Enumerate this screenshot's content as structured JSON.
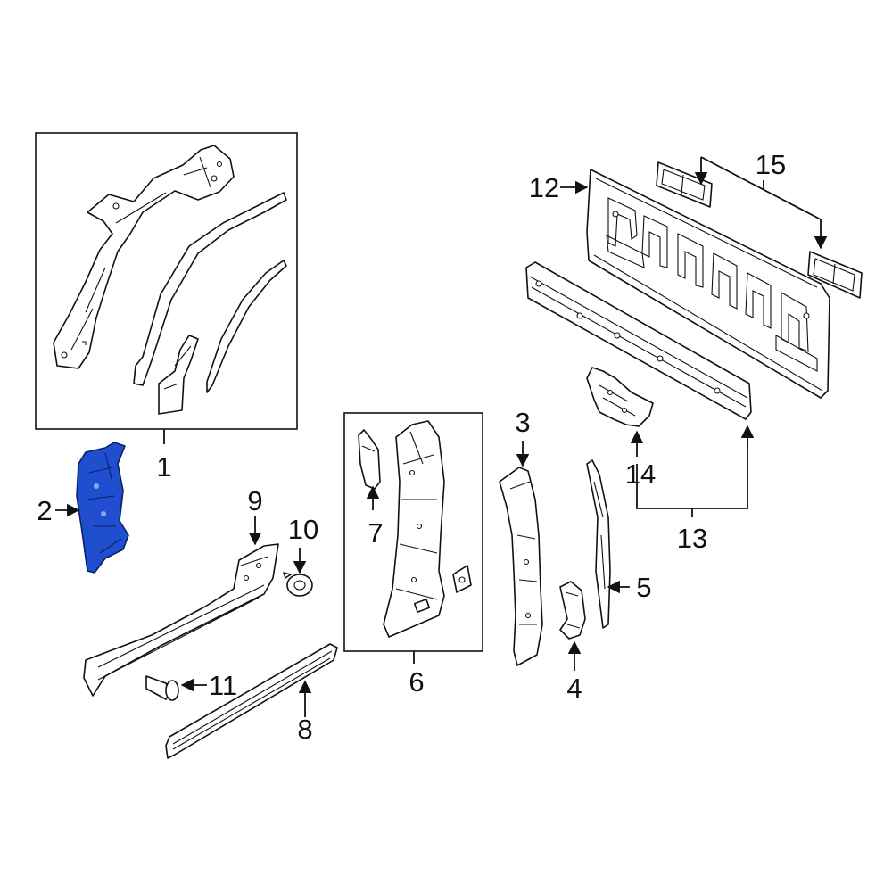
{
  "callouts": [
    {
      "id": "1",
      "label": "1"
    },
    {
      "id": "2",
      "label": "2"
    },
    {
      "id": "3",
      "label": "3"
    },
    {
      "id": "4",
      "label": "4"
    },
    {
      "id": "5",
      "label": "5"
    },
    {
      "id": "6",
      "label": "6"
    },
    {
      "id": "7",
      "label": "7"
    },
    {
      "id": "8",
      "label": "8"
    },
    {
      "id": "9",
      "label": "9"
    },
    {
      "id": "10",
      "label": "10"
    },
    {
      "id": "11",
      "label": "11"
    },
    {
      "id": "12",
      "label": "12"
    },
    {
      "id": "13",
      "label": "13"
    },
    {
      "id": "14",
      "label": "14"
    },
    {
      "id": "15",
      "label": "15"
    }
  ],
  "highlight": {
    "part": "2",
    "color": "#1f4fcf"
  }
}
